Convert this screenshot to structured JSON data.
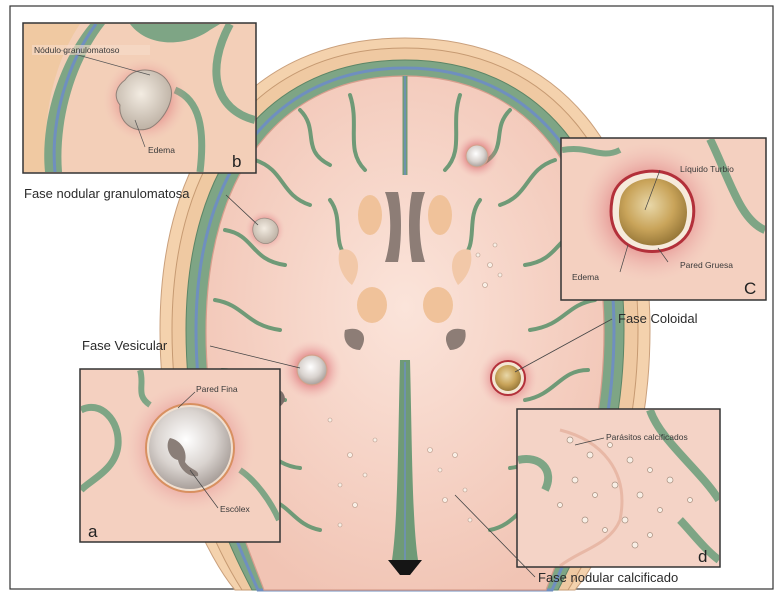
{
  "labels": {
    "granulomatosa": "Fase nodular granulomatosa",
    "vesicular": "Fase Vesicular",
    "coloidal": "Fase Coloidal",
    "calcificado": "Fase nodular calcificado"
  },
  "inset_b": {
    "letter": "b",
    "nodulo": "Nódulo granulomatoso",
    "edema": "Edema"
  },
  "inset_c": {
    "letter": "C",
    "liquido": "Líquido Turbio",
    "edema": "Edema",
    "pared": "Pared Gruesa"
  },
  "inset_a": {
    "letter": "a",
    "pared": "Pared Fina",
    "escolex": "Escólex"
  },
  "inset_d": {
    "letter": "d",
    "parasitos": "Parásitos calcificados"
  },
  "colors": {
    "skin": "#f5d6b4",
    "bone": "#f0c9a4",
    "dura_green": "#6f9a77",
    "vessel_blue": "#6f8fbf",
    "brain": "#f6d3c7",
    "lesion_red": "#b3303a",
    "colloid_gold": "#c9a45a"
  }
}
